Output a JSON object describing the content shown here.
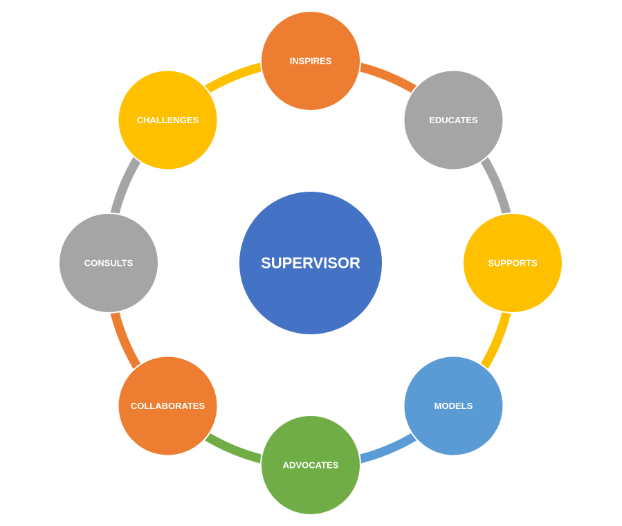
{
  "center": {
    "label": "SUPERVISOR",
    "color": "#4472C4"
  },
  "nodes": [
    {
      "id": "inspires",
      "label": "INSPIRES",
      "color": "#ED7D31"
    },
    {
      "id": "educates",
      "label": "EDUCATES",
      "color": "#A5A5A5"
    },
    {
      "id": "supports",
      "label": "SUPPORTS",
      "color": "#FFC000"
    },
    {
      "id": "models",
      "label": "MODELS",
      "color": "#5B9BD5"
    },
    {
      "id": "advocates",
      "label": "ADVOCATES",
      "color": "#70AD47"
    },
    {
      "id": "collaborates",
      "label": "COLLABORATES",
      "color": "#ED7D31"
    },
    {
      "id": "consults",
      "label": "CONSULTS",
      "color": "#A5A5A5"
    },
    {
      "id": "challenges",
      "label": "CHALLENGES",
      "color": "#FFC000"
    }
  ]
}
